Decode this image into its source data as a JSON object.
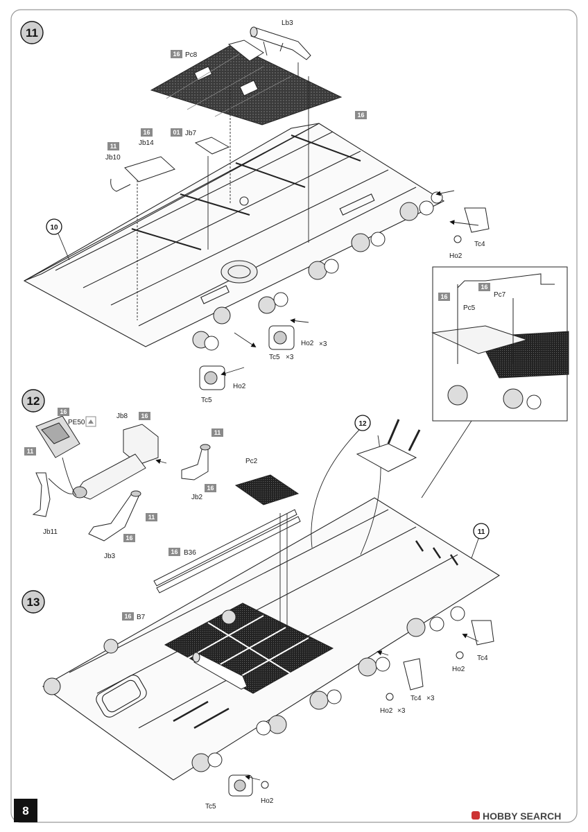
{
  "steps": [
    {
      "number": "11"
    },
    {
      "number": "12"
    },
    {
      "number": "13"
    }
  ],
  "refs": {
    "ref_10": "10",
    "ref_12": "12",
    "ref_11": "11"
  },
  "sprues": {
    "s16": "16",
    "s01": "01",
    "s11": "11"
  },
  "parts": {
    "Lb3": "Lb3",
    "Pc8": "Pc8",
    "Jb7": "Jb7",
    "Jb14": "Jb14",
    "Jb10": "Jb10",
    "Tc4": "Tc4",
    "Ho2": "Ho2",
    "Tc5": "Tc5",
    "Pc7": "Pc7",
    "Pc5": "Pc5",
    "PE50": "PE50",
    "Jb8": "Jb8",
    "Jb2": "Jb2",
    "Jb11": "Jb11",
    "Jb3": "Jb3",
    "Pc2": "Pc2",
    "B36": "B36",
    "B7": "B7"
  },
  "multipliers": {
    "x3": "×3"
  },
  "page_number": "8",
  "watermark": "HOBBY SEARCH"
}
